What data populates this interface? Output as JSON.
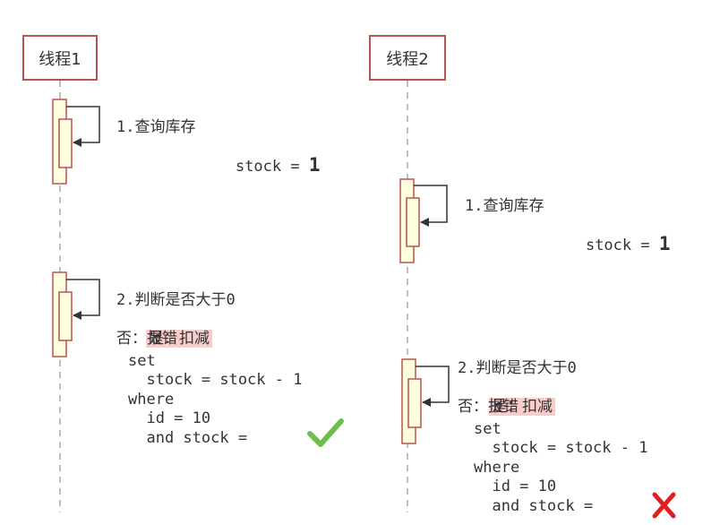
{
  "thread1": {
    "label": "线程1",
    "step1": {
      "title": "1.查询库存",
      "stock_prefix": "stock = ",
      "stock_value": "1"
    },
    "step2": {
      "title": "2.判断是否大于0",
      "yes_line": "是：扣减",
      "no_line": "否：报错",
      "sql": [
        "set",
        "  stock = stock - 1",
        "where",
        "  id = 10",
        "  and stock = "
      ]
    },
    "result_icon": "check-mark-icon"
  },
  "thread2": {
    "label": "线程2",
    "step1": {
      "title": "1.查询库存",
      "stock_prefix": "stock = ",
      "stock_value": "1"
    },
    "step2": {
      "title": "2.判断是否大于0",
      "yes_line": "是：扣减",
      "no_line": "否：报错",
      "sql": [
        "set",
        "  stock = stock - 1",
        "where",
        "  id = 10",
        "  and stock = "
      ]
    },
    "result_icon": "cross-mark-icon"
  },
  "colors": {
    "border": "#b85450",
    "activation_fill": "#ffffe0",
    "highlight": "#f8cecc",
    "success": "#6cbf4a",
    "failure": "#e02020"
  }
}
